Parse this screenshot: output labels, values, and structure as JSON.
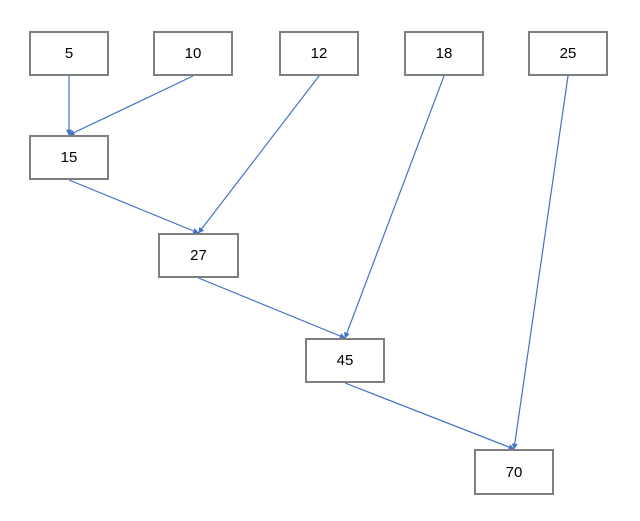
{
  "nodes": {
    "n5": "5",
    "n10": "10",
    "n12": "12",
    "n18": "18",
    "n25": "25",
    "n15": "15",
    "n27": "27",
    "n45": "45",
    "n70": "70"
  },
  "edges": [
    {
      "from": "n5",
      "to": "n15"
    },
    {
      "from": "n10",
      "to": "n15"
    },
    {
      "from": "n15",
      "to": "n27"
    },
    {
      "from": "n12",
      "to": "n27"
    },
    {
      "from": "n27",
      "to": "n45"
    },
    {
      "from": "n18",
      "to": "n45"
    },
    {
      "from": "n45",
      "to": "n70"
    },
    {
      "from": "n25",
      "to": "n70"
    }
  ],
  "colors": {
    "edge": "#4472c4",
    "node_border": "#7f7f7f"
  }
}
